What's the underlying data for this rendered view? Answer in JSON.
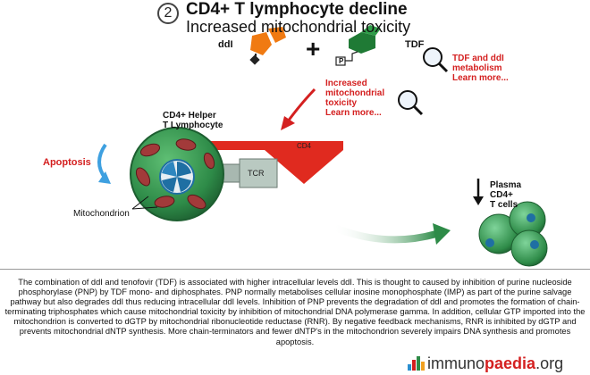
{
  "header": {
    "step_number": "2",
    "title": "CD4+ T lymphocyte decline",
    "subtitle": "Increased mitochondrial toxicity"
  },
  "drugs": {
    "ddi_label": "ddI",
    "plus": "+",
    "tdf_label": "TDF",
    "p_label": "P"
  },
  "links": {
    "metabolism_line1": "TDF and ddI",
    "metabolism_line2": "metabolism",
    "metabolism_line3": "Learn more...",
    "toxicity_line1": "Increased",
    "toxicity_line2": "mitochondrial",
    "toxicity_line3": "toxicity",
    "toxicity_line4": "Learn more..."
  },
  "cell": {
    "helper_line1": "CD4+ Helper",
    "helper_line2": "T Lymphocyte",
    "cd4_label": "CD4",
    "tcr_label": "TCR",
    "apoptosis_label": "Apoptosis",
    "mito_label": "Mitochondrion"
  },
  "plasma": {
    "line1": "Plasma",
    "line2": "CD4+",
    "line3": "T cells"
  },
  "caption": "The combination of ddI and tenofovir (TDF) is associated with higher intracellular levels ddI. This is thought to caused by inhibition of purine nucleoside phosphorylase (PNP) by TDF mono- and diphosphates. PNP normally metabolises cellular inosine monophosphate (IMP) as part of the purine salvage pathway but also degrades ddI thus reducing intracellular ddI levels. Inhibition of PNP prevents the degradation of ddI and promotes the formation of chain-terminating triphosphates which cause mitochondrial toxicity by inhibition of mitochondrial DNA polymerase gamma. In addition, cellular GTP imported into the mitochondrion is converted to dGTP by mitochondrial ribonucleotide reductase (RNR). By negative feedback mechanisms, RNR is inhibited by dGTP and prevents mitochondrial dNTP synthesis. More chain-terminators and fewer dNTP's in the mitochondrion severely impairs DNA synthesis and promotes apoptosis.",
  "brand": {
    "part1": "immuno",
    "part2": "paedia",
    "part3": ".org"
  },
  "colors": {
    "cell_green": "#2e8b48",
    "accent_red": "#d42020",
    "ddi_orange": "#f07a12",
    "tdf_green": "#1f7a35",
    "arrow_blue": "#3ea0e0",
    "nucleus_blue": "#1f6fa3"
  }
}
